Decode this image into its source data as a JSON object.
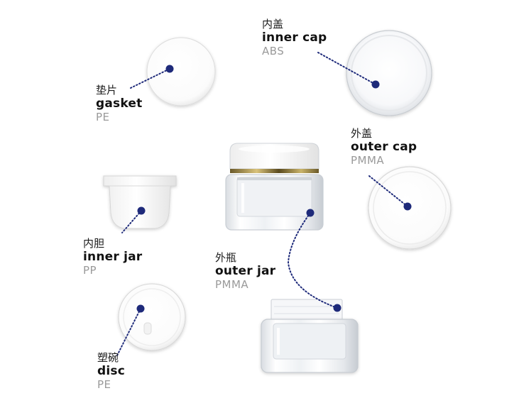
{
  "colors": {
    "dot": "#1e2a7a",
    "leader": "#1e2a7a",
    "material": "#9a9a9a"
  },
  "parts": [
    {
      "id": "gasket",
      "zh": "垫片",
      "en": "gasket",
      "material": "PE"
    },
    {
      "id": "inner-cap",
      "zh": "内盖",
      "en": "inner cap",
      "material": "ABS"
    },
    {
      "id": "outer-cap",
      "zh": "外盖",
      "en": "outer cap",
      "material": "PMMA"
    },
    {
      "id": "inner-jar",
      "zh": "内胆",
      "en": "inner jar",
      "material": "PP"
    },
    {
      "id": "outer-jar",
      "zh": "外瓶",
      "en": "outer jar",
      "material": "PMMA"
    },
    {
      "id": "disc",
      "zh": "塑碗",
      "en": "disc",
      "material": "PE"
    }
  ]
}
